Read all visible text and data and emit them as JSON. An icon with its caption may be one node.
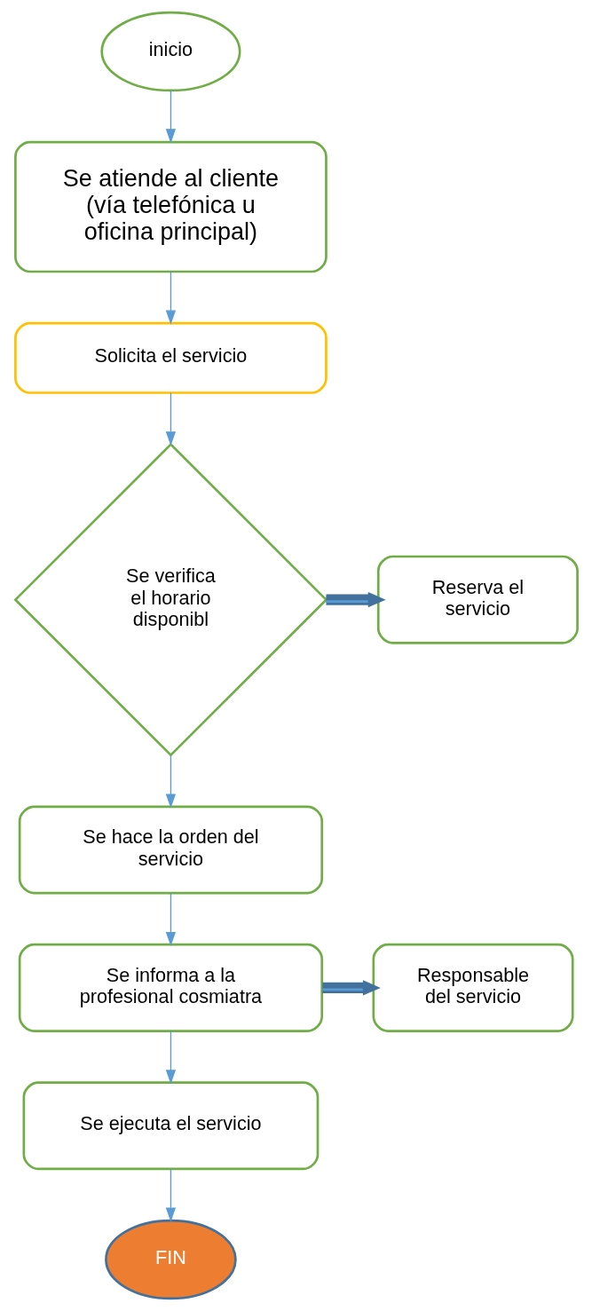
{
  "diagram": {
    "nodes": [
      {
        "text": [
          "inicio"
        ]
      },
      {
        "text": [
          "Se atiende al cliente (vía telefónica u oficina principal)"
        ]
      },
      {
        "text": [
          "Solicita el servicio"
        ]
      },
      {
        "text": [
          "Se verifica el horario disponibl"
        ]
      },
      {
        "text": [
          "Reserva el servicio"
        ]
      },
      {
        "text": [
          "Se hace la orden del servicio"
        ]
      },
      {
        "text": [
          "Se informa a la profesional cosmiatra"
        ]
      },
      {
        "text": [
          "Responsable del servicio"
        ]
      },
      {
        "text": [
          "Se ejecuta el servicio"
        ]
      },
      {
        "text": [
          "FIN"
        ]
      }
    ],
    "edges": [
      {
        "from": 0,
        "to": 1,
        "arrow": "to"
      },
      {
        "from": 1,
        "to": 2,
        "arrow": "to"
      },
      {
        "from": 2,
        "to": 3,
        "arrow": "to"
      },
      {
        "from": 3,
        "to": 4,
        "arrow": "to",
        "style": "thick"
      },
      {
        "from": 3,
        "to": 5,
        "arrow": "to"
      },
      {
        "from": 5,
        "to": 6,
        "arrow": "to"
      },
      {
        "from": 6,
        "to": 7,
        "arrow": "to",
        "style": "thick"
      },
      {
        "from": 6,
        "to": 8,
        "arrow": "to"
      },
      {
        "from": 8,
        "to": 9,
        "arrow": "to"
      }
    ]
  }
}
